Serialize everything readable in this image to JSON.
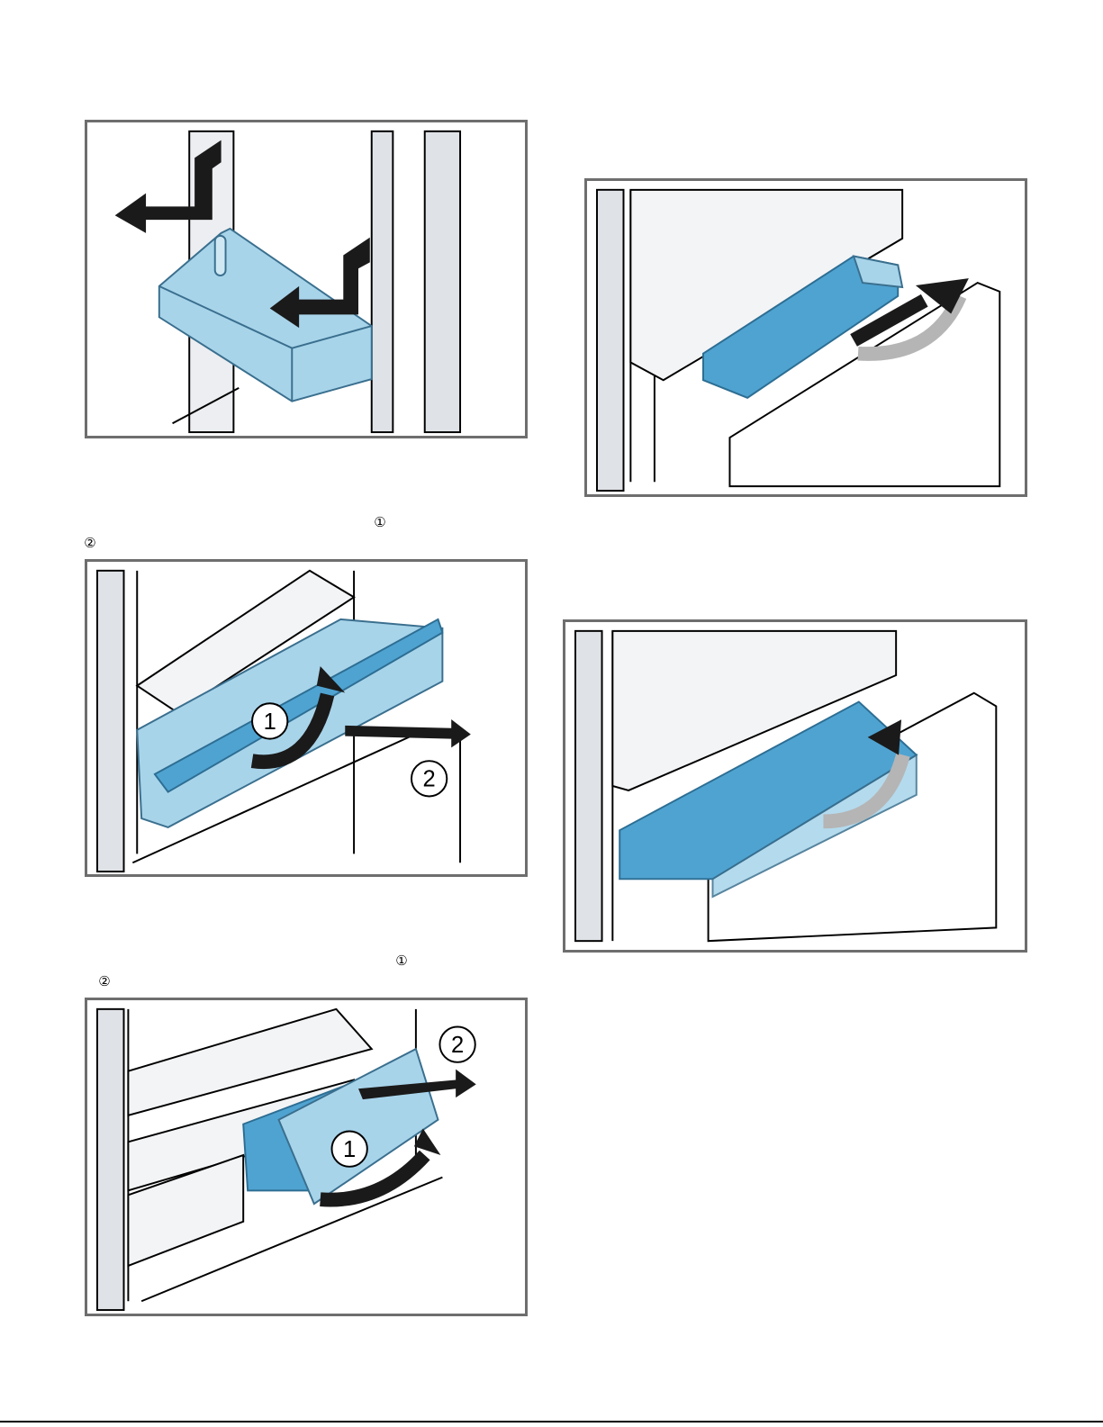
{
  "markers": {
    "step1": "①",
    "step2": "②"
  },
  "figures": {
    "fig1": {
      "name": "door-rack-lift-out"
    },
    "fig2": {
      "name": "drawer-remove",
      "label1": "1",
      "label2": "2"
    },
    "fig3": {
      "name": "drawer-remove-lower",
      "label1": "1",
      "label2": "2"
    },
    "fig4": {
      "name": "shelf-insert-hinge"
    },
    "fig5": {
      "name": "drawer-insert-hinge"
    }
  },
  "colors": {
    "frame": "#6e6e6e",
    "plastic": "#a8d4ea",
    "plastic_dark": "#4fa3d1",
    "cabinet": "#dfe2e6",
    "arrow": "#1a1a1a",
    "arrow_grey": "#b5b5b5"
  }
}
